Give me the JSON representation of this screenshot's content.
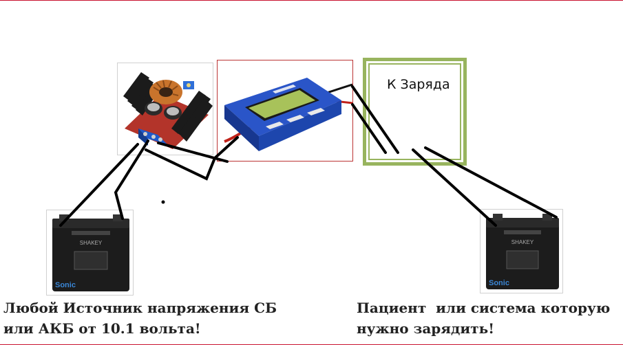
{
  "target": {
    "label": "К Заряда"
  },
  "source_caption": {
    "line1": "Любой Источник напряжения СБ",
    "line2": "или АКБ от 10.1 вольта!"
  },
  "patient_caption": {
    "line1": "Пациент  или система которую",
    "line2": "нужно зарядить!"
  },
  "battery_brand": "Sonic",
  "battery_model": "SHAKEY",
  "colors": {
    "wire": "#000000",
    "frame_border": "#c8102e",
    "target_border": "#98b45e",
    "meter_blue": "#2a55c8",
    "lcd_green": "#a8c25a"
  }
}
